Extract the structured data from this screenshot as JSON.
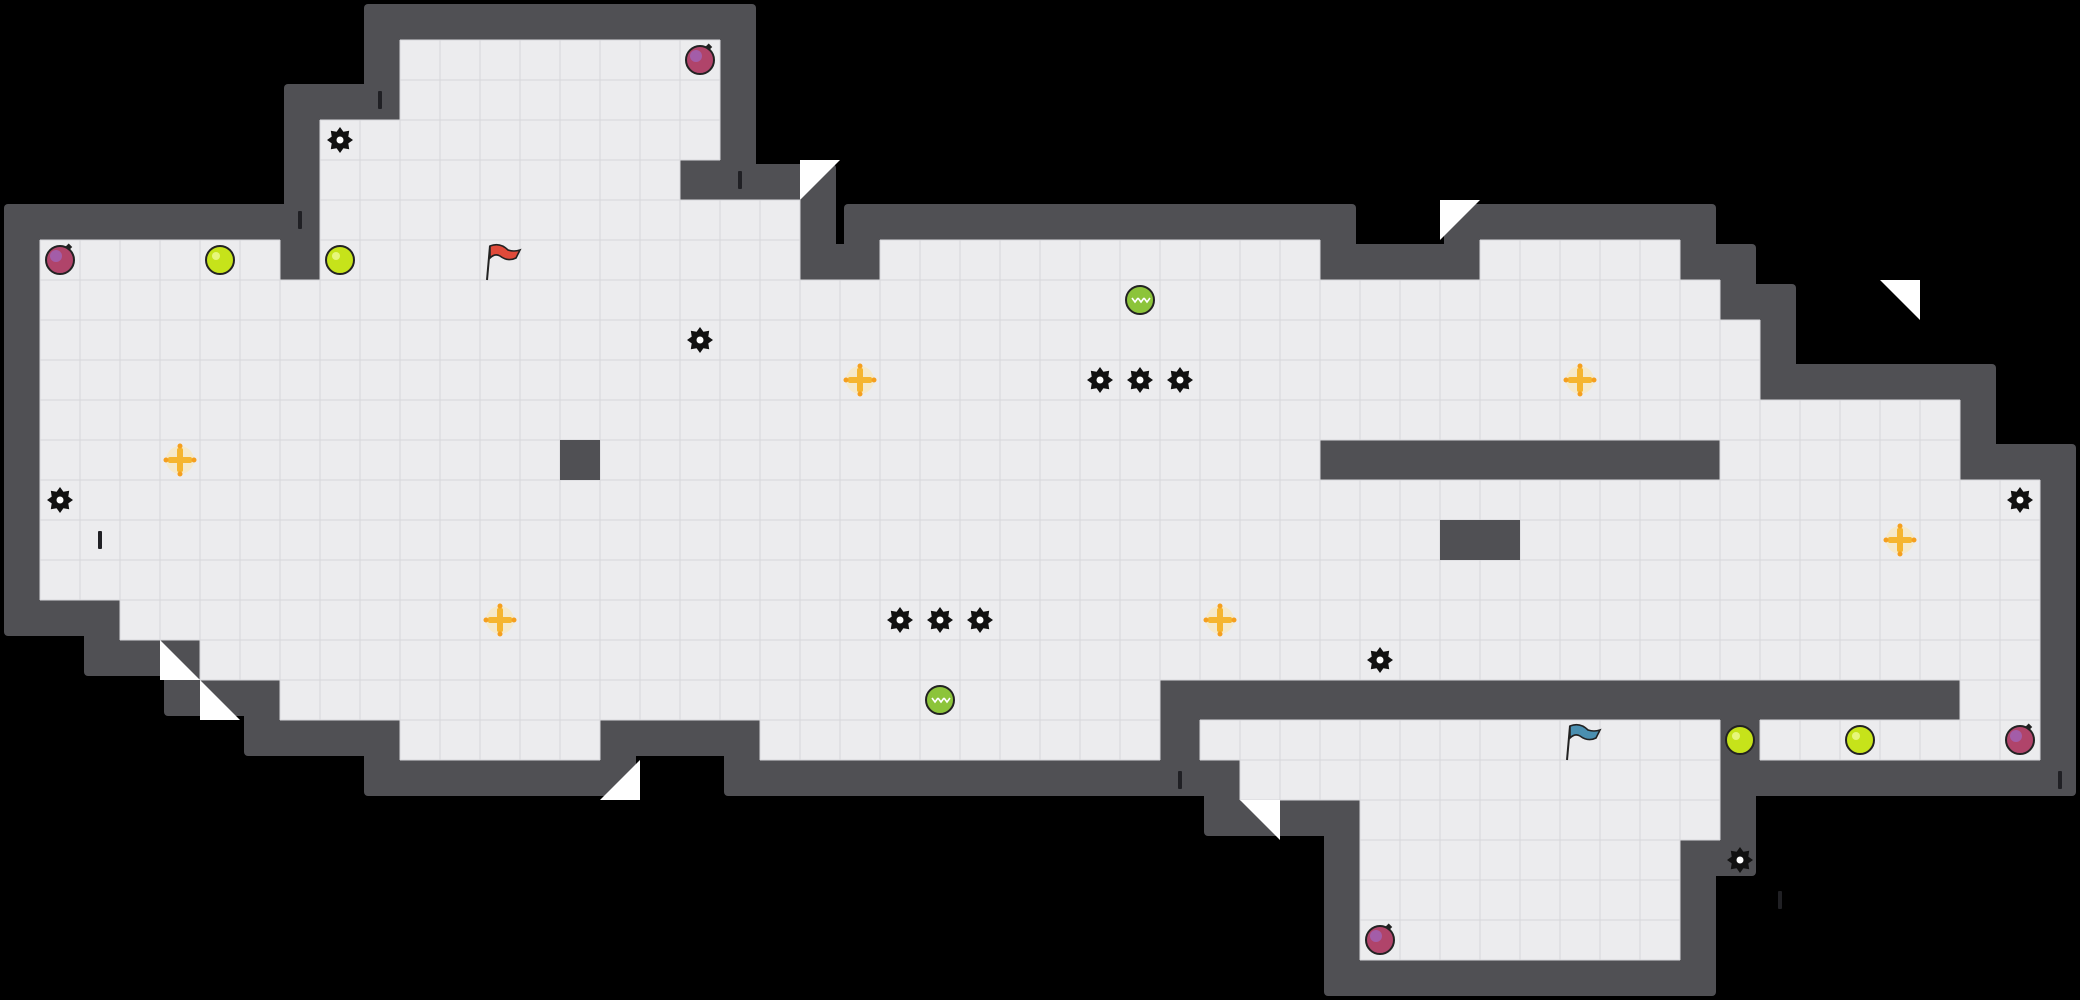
{
  "level": {
    "cols": 52,
    "rows": 25,
    "colors": {
      "background": "#000000",
      "wall": "#505054",
      "wall_edge": "#3c3c40",
      "floor": "#ececee",
      "grid": "#d6d6da",
      "triangle": "#ffffff"
    },
    "floor_rects": [
      [
        10,
        1,
        8,
        3
      ],
      [
        8,
        3,
        2,
        3
      ],
      [
        8,
        4,
        9,
        1
      ],
      [
        1,
        6,
        6,
        1
      ],
      [
        8,
        5,
        12,
        2
      ],
      [
        1,
        7,
        32,
        5
      ],
      [
        22,
        6,
        11,
        1
      ],
      [
        37,
        6,
        5,
        2
      ],
      [
        33,
        7,
        10,
        1
      ],
      [
        33,
        8,
        10,
        3
      ],
      [
        43,
        8,
        1,
        2
      ],
      [
        43,
        10,
        4,
        2
      ],
      [
        47,
        10,
        2,
        1
      ],
      [
        47,
        11,
        2,
        1
      ],
      [
        1,
        12,
        48,
        3
      ],
      [
        1,
        12,
        2,
        1
      ],
      [
        3,
        12,
        46,
        3
      ],
      [
        3,
        15,
        46,
        1
      ],
      [
        5,
        16,
        44,
        1
      ],
      [
        7,
        17,
        22,
        1
      ],
      [
        10,
        17,
        5,
        2
      ],
      [
        19,
        17,
        10,
        2
      ],
      [
        30,
        18,
        13,
        1
      ],
      [
        31,
        19,
        12,
        1
      ],
      [
        34,
        20,
        9,
        1
      ],
      [
        34,
        21,
        8,
        3
      ],
      [
        49,
        12,
        2,
        7
      ],
      [
        44,
        18,
        5,
        1
      ]
    ],
    "wall_blocks": [
      [
        14,
        11,
        1,
        1
      ],
      [
        36,
        13,
        2,
        1
      ]
    ],
    "triangles": [
      [
        20,
        4,
        "tl"
      ],
      [
        36,
        5,
        "tl"
      ],
      [
        47,
        7,
        "tr"
      ],
      [
        4,
        16,
        "bl"
      ],
      [
        5,
        17,
        "bl"
      ],
      [
        15,
        19,
        "br"
      ],
      [
        31,
        20,
        "tr"
      ]
    ]
  },
  "entities": {
    "flags": [
      {
        "col": 12,
        "row": 6,
        "color": "#e04a3a",
        "name": "red-flag"
      },
      {
        "col": 39,
        "row": 18,
        "color": "#4a8fb0",
        "name": "blue-flag"
      }
    ],
    "bombs": [
      {
        "col": 17,
        "row": 1
      },
      {
        "col": 1,
        "row": 6
      },
      {
        "col": 50,
        "row": 18
      },
      {
        "col": 34,
        "row": 23
      }
    ],
    "lime_orbs": [
      {
        "col": 5,
        "row": 6
      },
      {
        "col": 8,
        "row": 6
      },
      {
        "col": 43,
        "row": 18
      },
      {
        "col": 46,
        "row": 18
      }
    ],
    "speed_orbs": [
      {
        "col": 28,
        "row": 7
      },
      {
        "col": 23,
        "row": 17
      }
    ],
    "boost_plus": [
      {
        "col": 21,
        "row": 9
      },
      {
        "col": 39,
        "row": 9
      },
      {
        "col": 4,
        "row": 11
      },
      {
        "col": 47,
        "row": 13
      },
      {
        "col": 12,
        "row": 15
      },
      {
        "col": 30,
        "row": 15
      }
    ],
    "spikes": [
      {
        "col": 8,
        "row": 3
      },
      {
        "col": 17,
        "row": 8
      },
      {
        "col": 27,
        "row": 9
      },
      {
        "col": 28,
        "row": 9
      },
      {
        "col": 29,
        "row": 9
      },
      {
        "col": 1,
        "row": 12
      },
      {
        "col": 50,
        "row": 12
      },
      {
        "col": 22,
        "row": 15
      },
      {
        "col": 23,
        "row": 15
      },
      {
        "col": 24,
        "row": 15
      },
      {
        "col": 34,
        "row": 16
      },
      {
        "col": 43,
        "row": 21
      }
    ],
    "gates": [
      {
        "col": 9,
        "row": 2
      },
      {
        "col": 7,
        "row": 5
      },
      {
        "col": 18,
        "row": 4
      },
      {
        "col": 2,
        "row": 13
      },
      {
        "col": 29,
        "row": 19
      },
      {
        "col": 51,
        "row": 19
      },
      {
        "col": 44,
        "row": 22
      }
    ]
  }
}
